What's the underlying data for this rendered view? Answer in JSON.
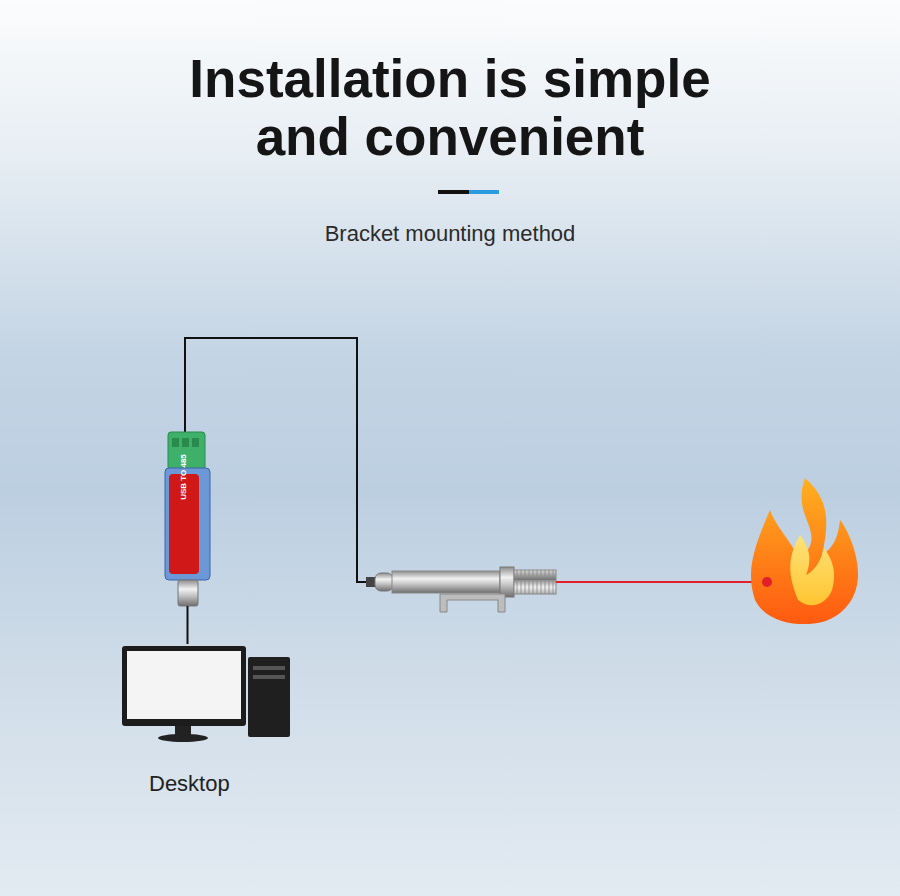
{
  "diagram": {
    "title": "Installation is simple and convenient",
    "nodes": [
      {
        "text": [
          "USB TO 485"
        ]
      },
      {
        "text": [
          "Desktop"
        ]
      }
    ],
    "edges": [
      {
        "from": 0,
        "to": 1,
        "arrow": "none"
      }
    ],
    "labels": [
      "Bracket mounting method"
    ]
  }
}
